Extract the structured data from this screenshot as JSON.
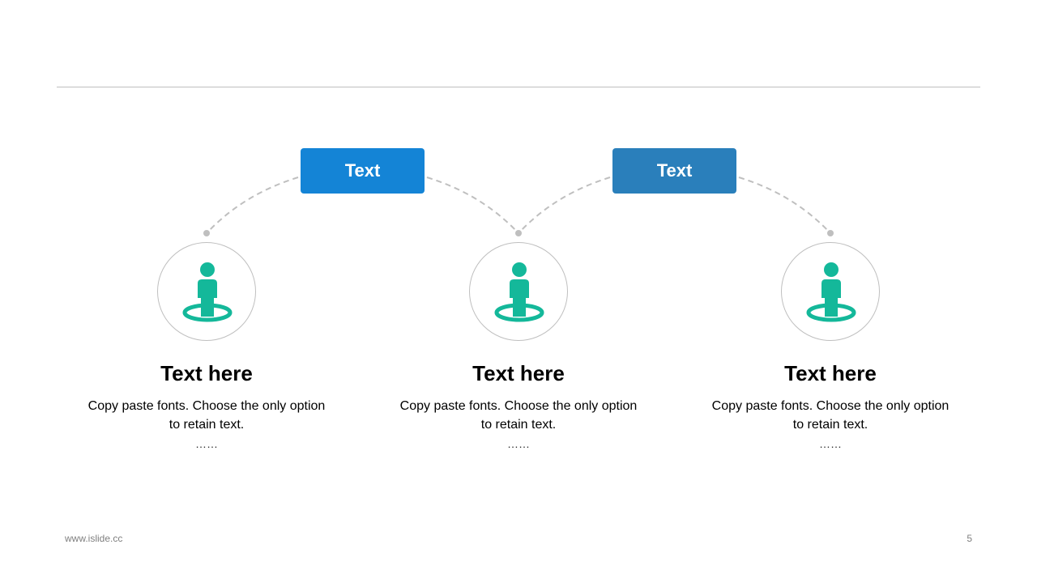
{
  "labels": [
    {
      "text": "Text",
      "color": "#1484d6"
    },
    {
      "text": "Text",
      "color": "#2a7fbb"
    }
  ],
  "nodes": [
    {
      "title": "Text here",
      "desc_line1": "Copy paste fonts. Choose the only option",
      "desc_line2": "to retain text.",
      "dots": "……",
      "icon": "person-on-target-icon"
    },
    {
      "title": "Text here",
      "desc_line1": "Copy paste fonts. Choose the only option",
      "desc_line2": "to retain text.",
      "dots": "……",
      "icon": "person-on-target-icon"
    },
    {
      "title": "Text here",
      "desc_line1": "Copy paste fonts. Choose the only option",
      "desc_line2": "to retain text.",
      "dots": "……",
      "icon": "person-on-target-icon"
    }
  ],
  "colors": {
    "icon": "#14b89a",
    "connector": "#bfbfbf",
    "circle_border": "#bfbfbf"
  },
  "footer": {
    "url": "www.islide.cc",
    "page_number": "5"
  }
}
